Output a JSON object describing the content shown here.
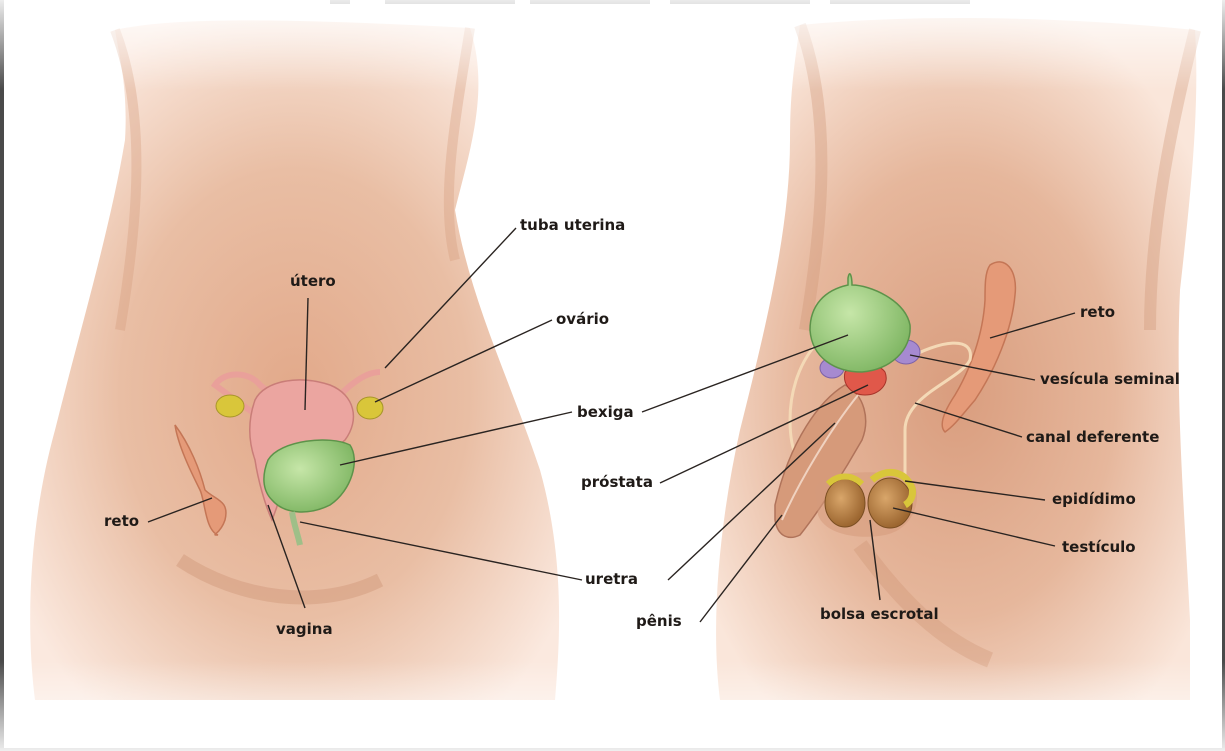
{
  "female": {
    "labels": {
      "tuba_uterina": "tuba uterina",
      "utero": "útero",
      "ovario": "ovário",
      "bexiga": "bexiga",
      "reto": "reto",
      "uretra": "uretra",
      "vagina": "vagina"
    }
  },
  "male": {
    "labels": {
      "reto": "reto",
      "vesicula_seminal": "vesícula seminal",
      "canal_deferente": "canal deferente",
      "prostata": "próstata",
      "epididimo": "epidídimo",
      "testiculo": "testículo",
      "penis": "pênis",
      "bolsa_escrotal": "bolsa escrotal"
    }
  },
  "colors": {
    "skin": "#e7b89c",
    "skin_shadow": "#c98d6e",
    "bladder": "#a8d48a",
    "uterus": "#eba5a0",
    "ovary": "#d9c63a",
    "prostate": "#e0584a",
    "seminal_vesicle": "#a68ad0",
    "testis": "#c48c4e",
    "rectum": "#e59a78",
    "leader_line": "#2a2421"
  }
}
